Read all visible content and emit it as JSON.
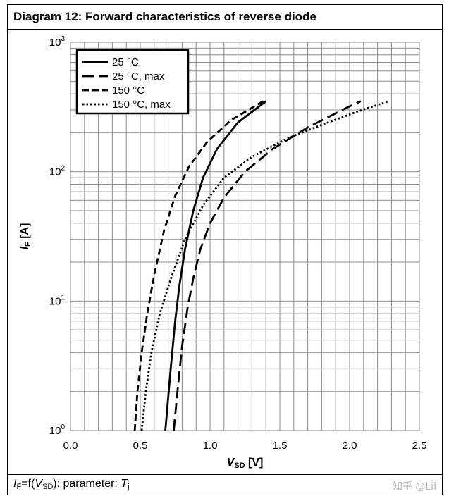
{
  "title": "Diagram 12: Forward characteristics of reverse diode",
  "caption": {
    "prefix": "I",
    "prefix_sub": "F",
    "mid": "=f(",
    "var": "V",
    "var_sub": "SD",
    "suffix": "); parameter: ",
    "param": "T",
    "param_sub": "j"
  },
  "watermark": "知乎 @Lil",
  "chart_data": {
    "type": "line",
    "title": "Diagram 12: Forward characteristics of reverse diode",
    "xlabel": "VSD [V]",
    "ylabel": "IF [A]",
    "xlim": [
      0,
      2.5
    ],
    "ylim": [
      1,
      1000
    ],
    "yscale": "log",
    "grid": true,
    "legend_position": "top-left",
    "x_ticks": [
      "0.0",
      "0.5",
      "1.0",
      "1.5",
      "2.0",
      "2.5"
    ],
    "y_ticks": [
      {
        "base": "10",
        "exp": "0"
      },
      {
        "base": "10",
        "exp": "1"
      },
      {
        "base": "10",
        "exp": "2"
      },
      {
        "base": "10",
        "exp": "3"
      }
    ],
    "series": [
      {
        "name": "25 °C",
        "style": "solid",
        "x": [
          0.68,
          0.7,
          0.72,
          0.75,
          0.78,
          0.82,
          0.88,
          0.95,
          1.05,
          1.2,
          1.4
        ],
        "y": [
          1,
          1.8,
          3.2,
          7,
          13,
          25,
          50,
          90,
          150,
          240,
          350
        ]
      },
      {
        "name": "25 °C, max",
        "style": "longdash",
        "x": [
          0.74,
          0.77,
          0.8,
          0.84,
          0.88,
          0.93,
          1.0,
          1.1,
          1.25,
          1.45,
          1.7,
          2.0,
          2.08
        ],
        "y": [
          1,
          2.2,
          4.5,
          9,
          15,
          25,
          40,
          63,
          100,
          150,
          220,
          320,
          350
        ]
      },
      {
        "name": "150 °C",
        "style": "dash",
        "x": [
          0.46,
          0.48,
          0.51,
          0.55,
          0.6,
          0.67,
          0.75,
          0.85,
          0.98,
          1.15,
          1.38
        ],
        "y": [
          1,
          2,
          4,
          8,
          16,
          35,
          65,
          110,
          170,
          250,
          350
        ]
      },
      {
        "name": "150 °C, max",
        "style": "dot",
        "x": [
          0.51,
          0.54,
          0.58,
          0.64,
          0.72,
          0.82,
          0.95,
          1.1,
          1.3,
          1.55,
          1.8,
          2.05,
          2.28
        ],
        "y": [
          1,
          2,
          4,
          8,
          15,
          30,
          55,
          90,
          130,
          180,
          230,
          290,
          350
        ]
      }
    ]
  }
}
